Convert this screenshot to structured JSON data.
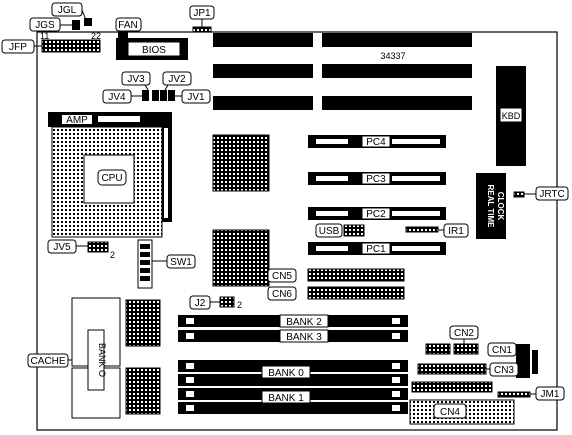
{
  "board": {
    "model_number": "34337"
  },
  "labels": {
    "jgl": "JGL",
    "jgs": "JGS",
    "fan": "FAN",
    "jfp": "JFP",
    "pin_11": "11",
    "pin_22": "22",
    "bios": "BIOS",
    "jp1": "JP1",
    "jv3": "JV3",
    "jv2": "JV2",
    "jv4": "JV4",
    "jv1": "JV1",
    "amp": "AMP",
    "cpu": "CPU",
    "kbd": "KBD",
    "pc4": "PC4",
    "pc3": "PC3",
    "pc2": "PC2",
    "pc1": "PC1",
    "rtc_line1": "REAL TIME",
    "rtc_line2": "CLOCK",
    "jrtc": "JRTC",
    "usb": "USB",
    "ir1": "IR1",
    "jv5": "JV5",
    "jv5_pin": "2",
    "sw1": "SW1",
    "cn5": "CN5",
    "cn6": "CN6",
    "j2": "J2",
    "j2_pin": "2",
    "bank2": "BANK 2",
    "bank3": "BANK 3",
    "bank0": "BANK 0",
    "bank1": "BANK 1",
    "cache": "CACHE",
    "bank_o": "BANK O",
    "cn2": "CN2",
    "cn1": "CN1",
    "cn3": "CN3",
    "cn4": "CN4",
    "jm1": "JM1"
  }
}
